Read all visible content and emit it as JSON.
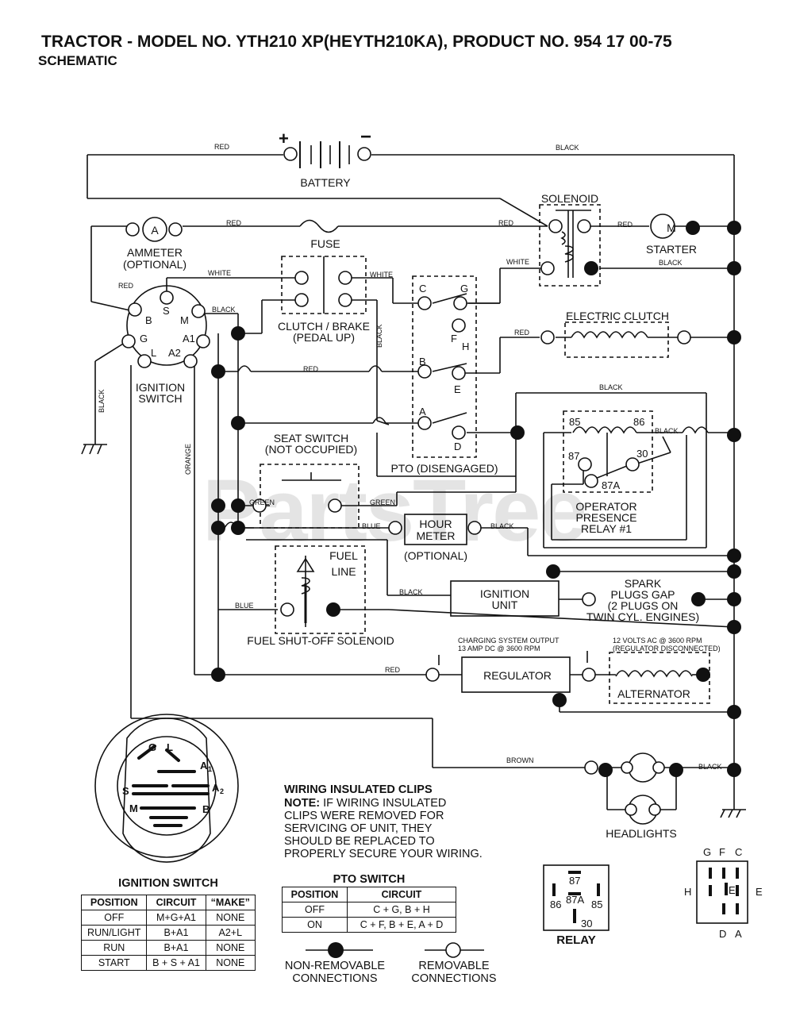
{
  "header": {
    "title": "TRACTOR - MODEL NO. YTH210 XP(HEYTH210KA),  PRODUCT NO. 954 17 00-75",
    "subtitle": "SCHEMATIC"
  },
  "watermark": "PartsTree",
  "components": {
    "battery": "BATTERY",
    "battery_pos": "+",
    "battery_neg": "−",
    "solenoid": "SOLENOID",
    "ammeter_l1": "AMMETER",
    "ammeter_l2": "(OPTIONAL)",
    "ammeter_sym": "A",
    "fuse": "FUSE",
    "starter": "STARTER",
    "starter_sym": "M",
    "clutch_l1": "CLUTCH / BRAKE",
    "clutch_l2": "(PEDAL UP)",
    "electric_clutch": "ELECTRIC CLUTCH",
    "ignition_switch_l1": "IGNITION",
    "ignition_switch_l2": "SWITCH",
    "seat_l1": "SEAT SWITCH",
    "seat_l2": "(NOT OCCUPIED)",
    "pto": "PTO (DISENGAGED)",
    "relay_l1": "OPERATOR",
    "relay_l2": "PRESENCE",
    "relay_l3": "RELAY #1",
    "hour_l1": "HOUR",
    "hour_l2": "METER",
    "hour_l3": "(OPTIONAL)",
    "fuel_l1": "FUEL",
    "fuel_l2": "LINE",
    "fuel_sol": "FUEL SHUT-OFF SOLENOID",
    "ign_unit_l1": "IGNITION",
    "ign_unit_l2": "UNIT",
    "spark_l1": "SPARK",
    "spark_l2": "PLUGS GAP",
    "spark_l3": "(2 PLUGS ON",
    "spark_l4": "TWIN CYL. ENGINES)",
    "charge_l1": "CHARGING SYSTEM OUTPUT",
    "charge_l2": "13 AMP DC @ 3600 RPM",
    "regulator": "REGULATOR",
    "ac_l1": "12 VOLTS AC @ 3600 RPM",
    "ac_l2": "(REGULATOR DISCONNECTED)",
    "alternator": "ALTERNATOR",
    "headlights": "HEADLIGHTS"
  },
  "pins": {
    "ign_B": "B",
    "ign_S": "S",
    "ign_M": "M",
    "ign_G": "G",
    "ign_L": "L",
    "ign_A1": "A1",
    "ign_A2": "A2",
    "pto_C": "C",
    "pto_G": "G",
    "pto_F": "F",
    "pto_H": "H",
    "pto_B": "B",
    "pto_E": "E",
    "pto_A": "A",
    "pto_D": "D",
    "r85": "85",
    "r86": "86",
    "r87": "87",
    "r30": "30",
    "r87a": "87A"
  },
  "wires": {
    "red_top": "RED",
    "black_top": "BLACK",
    "red_amm": "RED",
    "red_sol": "RED",
    "red_start": "RED",
    "black_start": "BLACK",
    "white_sol": "WHITE",
    "white_ign": "WHITE",
    "white_clutch": "WHITE",
    "red_ign": "RED",
    "black_ign": "BLACK",
    "black_clutch_v": "BLACK",
    "red_pto": "RED",
    "red_ec": "RED",
    "black_relay": "BLACK",
    "black_relay2": "BLACK",
    "black_ground": "BLACK",
    "orange": "ORANGE",
    "green1": "GREEN",
    "green2": "GREEN",
    "blue_hour": "BLUE",
    "black_hour": "BLACK",
    "black_ignunit": "BLACK",
    "blue_fuel": "BLUE",
    "red_reg": "RED",
    "brown": "BROWN",
    "black_hl": "BLACK"
  },
  "ignition_face": {
    "G": "G",
    "L": "L",
    "A1": "A",
    "A1_sub": "1",
    "S": "S",
    "A2": "A",
    "A2_sub": "2",
    "M": "M",
    "B": "B"
  },
  "notes": {
    "clips_title": "WIRING INSULATED CLIPS",
    "clips_note_label": "NOTE:",
    "clips_note_l1": " IF WIRING INSULATED",
    "clips_note_l2": "CLIPS WERE REMOVED FOR",
    "clips_note_l3": "SERVICING OF UNIT, THEY",
    "clips_note_l4": "SHOULD BE REPLACED TO",
    "clips_note_l5": "PROPERLY SECURE YOUR WIRING."
  },
  "ignition_table": {
    "title": "IGNITION SWITCH",
    "headers": [
      "POSITION",
      "CIRCUIT",
      "“MAKE”"
    ],
    "rows": [
      [
        "OFF",
        "M+G+A1",
        "NONE"
      ],
      [
        "RUN/LIGHT",
        "B+A1",
        "A2+L"
      ],
      [
        "RUN",
        "B+A1",
        "NONE"
      ],
      [
        "START",
        "B + S + A1",
        "NONE"
      ]
    ]
  },
  "pto_table": {
    "title": "PTO SWITCH",
    "headers": [
      "POSITION",
      "CIRCUIT"
    ],
    "rows": [
      [
        "OFF",
        "C + G, B + H"
      ],
      [
        "ON",
        "C + F, B + E, A + D"
      ]
    ]
  },
  "relay_diagram": {
    "title": "RELAY",
    "p87": "87",
    "p87a": "87A",
    "p86": "86",
    "p85": "85",
    "p30": "30"
  },
  "pto_diagram": {
    "G": "G",
    "F": "F",
    "C": "C",
    "H": "H",
    "E": "E",
    "D": "D",
    "A": "A"
  },
  "legend": {
    "non_l1": "NON-REMOVABLE",
    "non_l2": "CONNECTIONS",
    "rem_l1": "REMOVABLE",
    "rem_l2": "CONNECTIONS"
  }
}
